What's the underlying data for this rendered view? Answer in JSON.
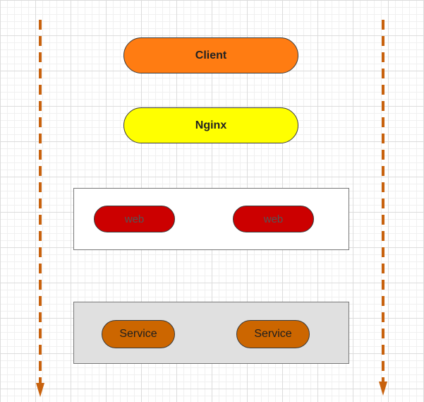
{
  "diagram": {
    "client": {
      "label": "Client",
      "color": "#ff7c12"
    },
    "nginx": {
      "label": "Nginx",
      "color": "#ffff00"
    },
    "web_group": {
      "background": "#ffffff",
      "nodes": [
        {
          "label": "web",
          "color": "#cc0000"
        },
        {
          "label": "web",
          "color": "#cc0000"
        }
      ]
    },
    "service_group": {
      "background": "#e0e0e0",
      "nodes": [
        {
          "label": "Service",
          "color": "#cc6600"
        },
        {
          "label": "Service",
          "color": "#cc6600"
        }
      ]
    },
    "flow_arrows": {
      "style": "dashed",
      "direction": "down",
      "color": "#c8620e"
    }
  }
}
